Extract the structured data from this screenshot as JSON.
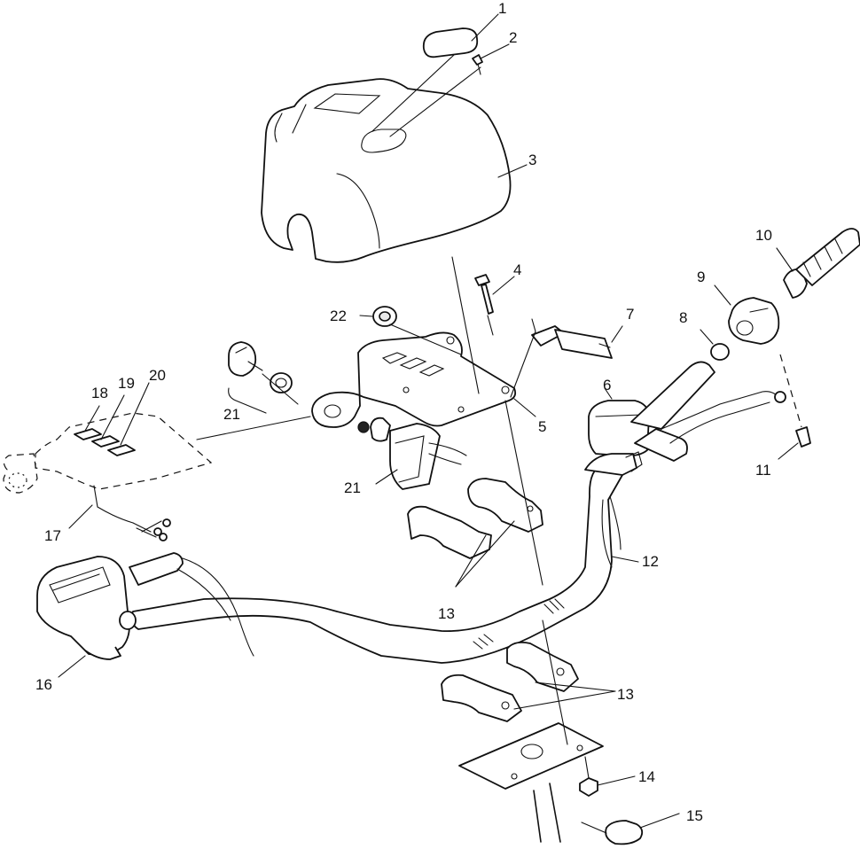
{
  "callouts": [
    {
      "id": "c1",
      "label": "1"
    },
    {
      "id": "c2",
      "label": "2"
    },
    {
      "id": "c3",
      "label": "3"
    },
    {
      "id": "c4",
      "label": "4"
    },
    {
      "id": "c5",
      "label": "5"
    },
    {
      "id": "c6",
      "label": "6"
    },
    {
      "id": "c7",
      "label": "7"
    },
    {
      "id": "c8",
      "label": "8"
    },
    {
      "id": "c9",
      "label": "9"
    },
    {
      "id": "c10",
      "label": "10"
    },
    {
      "id": "c11",
      "label": "11"
    },
    {
      "id": "c12",
      "label": "12"
    },
    {
      "id": "c13a",
      "label": "13"
    },
    {
      "id": "c13b",
      "label": "13"
    },
    {
      "id": "c14",
      "label": "14"
    },
    {
      "id": "c15",
      "label": "15"
    },
    {
      "id": "c16",
      "label": "16"
    },
    {
      "id": "c17",
      "label": "17"
    },
    {
      "id": "c18",
      "label": "18"
    },
    {
      "id": "c19",
      "label": "19"
    },
    {
      "id": "c20",
      "label": "20"
    },
    {
      "id": "c21a",
      "label": "21"
    },
    {
      "id": "c21b",
      "label": "21"
    },
    {
      "id": "c22",
      "label": "22"
    }
  ]
}
